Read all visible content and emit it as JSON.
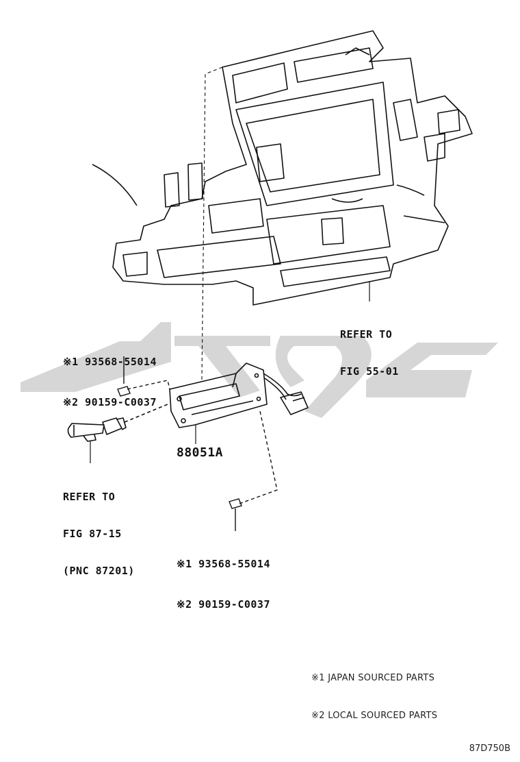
{
  "callouts": {
    "refer_55_01": [
      "REFER TO",
      "FIG 55-01"
    ],
    "refer_87_15": [
      "REFER TO",
      "FIG 87-15",
      "(PNC 87201)"
    ],
    "upper_fasteners": [
      "※1 93568-55014",
      "※2 90159-C0037"
    ],
    "lower_fasteners": [
      "※1 93568-55014",
      "※2 90159-C0037"
    ],
    "part_number": "88051A"
  },
  "legend": {
    "note1": "※1 JAPAN SOURCED PARTS",
    "note2": "※2 LOCAL SOURCED PARTS"
  },
  "illustration_code": "87D750B",
  "colors": {
    "ink": "#111111",
    "watermark": "#d6d6d6"
  }
}
